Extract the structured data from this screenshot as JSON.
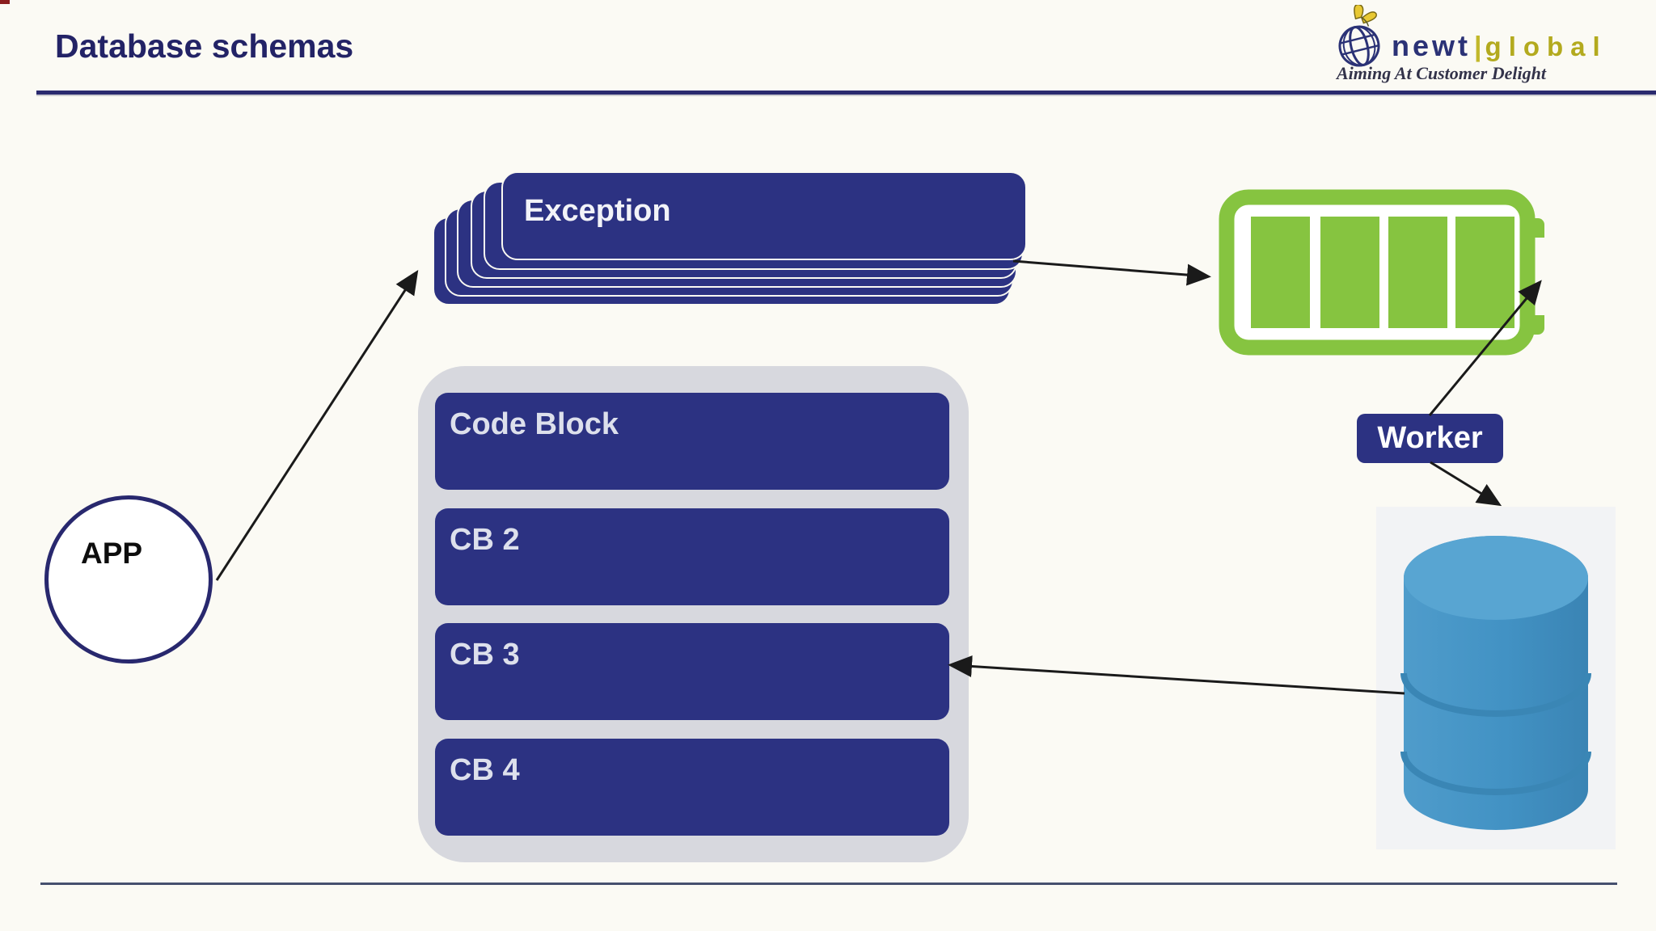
{
  "header": {
    "title": "Database schemas"
  },
  "logo": {
    "brand_primary": "newt",
    "separator": "|",
    "brand_secondary": "global",
    "tagline": "Aiming At Customer Delight"
  },
  "diagram": {
    "app": {
      "label": "APP"
    },
    "exception_stack": {
      "label": "Exception",
      "card_count": 6
    },
    "code_block_group": {
      "blocks": [
        "Code Block",
        "CB 2",
        "CB 3",
        "CB 4"
      ]
    },
    "worker": {
      "label": "Worker"
    },
    "icons": {
      "battery": "battery-icon",
      "database": "database-cylinder-icon"
    },
    "connections": [
      {
        "from": "app",
        "to": "exception-stack"
      },
      {
        "from": "exception-stack",
        "to": "battery"
      },
      {
        "from": "worker",
        "to": "battery"
      },
      {
        "from": "worker",
        "to": "database"
      },
      {
        "from": "database",
        "to": "code-block-cb3"
      }
    ]
  },
  "colors": {
    "slide_background": "#fbfaf4",
    "title_navy": "#232366",
    "block_indigo": "#2c3282",
    "block_text": "#dde0ec",
    "container_gray": "#d7d8de",
    "battery_green": "#86c440",
    "database_blue": "#4292c4",
    "brand_navy": "#2b3276",
    "brand_gold": "#b3aa1e",
    "header_rule": "#2a2a6e",
    "arrow_black": "#1a1a1a"
  }
}
